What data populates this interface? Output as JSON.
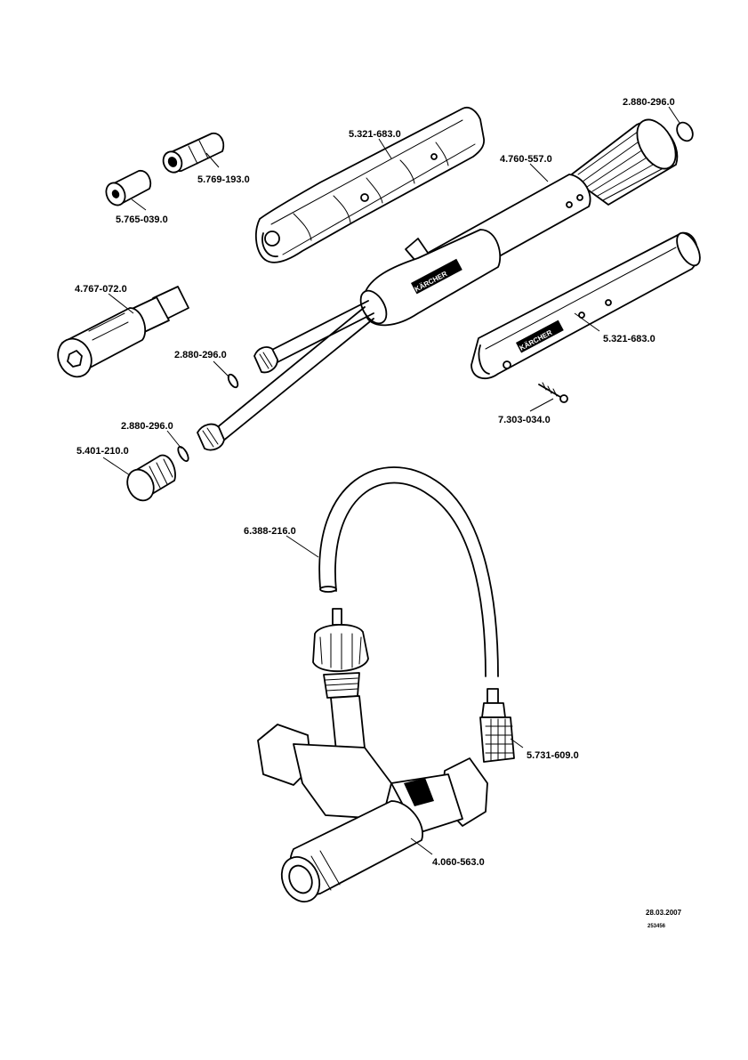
{
  "parts": [
    {
      "id": "p1",
      "number": "2.880-296.0"
    },
    {
      "id": "p2",
      "number": "5.321-683.0"
    },
    {
      "id": "p3",
      "number": "4.760-557.0"
    },
    {
      "id": "p4",
      "number": "5.769-193.0"
    },
    {
      "id": "p5",
      "number": "5.765-039.0"
    },
    {
      "id": "p6",
      "number": "4.767-072.0"
    },
    {
      "id": "p7",
      "number": "2.880-296.0"
    },
    {
      "id": "p8",
      "number": "5.321-683.0"
    },
    {
      "id": "p9",
      "number": "7.303-034.0"
    },
    {
      "id": "p10",
      "number": "2.880-296.0"
    },
    {
      "id": "p11",
      "number": "5.401-210.0"
    },
    {
      "id": "p12",
      "number": "6.388-216.0"
    },
    {
      "id": "p13",
      "number": "5.731-609.0"
    },
    {
      "id": "p14",
      "number": "4.060-563.0"
    }
  ],
  "footer": {
    "date": "28.03.2007",
    "drawing_number": "253456"
  },
  "brand_marks": [
    "KÄRCHER",
    "KÄRCHER"
  ]
}
